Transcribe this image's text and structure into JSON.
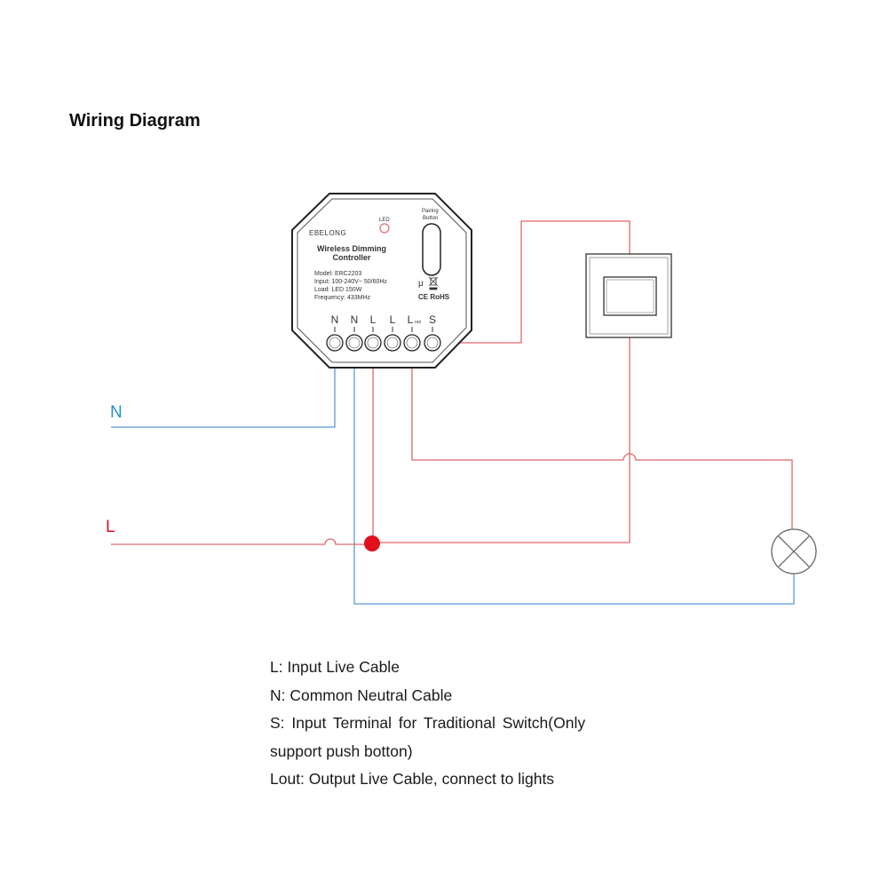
{
  "title": "Wiring Diagram",
  "device": {
    "brand": "EBELONG",
    "led_label": "LED",
    "pairing_label_1": "Pairing",
    "pairing_label_2": "Button",
    "name_line1": "Wireless Dimming",
    "name_line2": "Controller",
    "model": "Model: ERC2203",
    "input": "Input: 100-240V~ 50/60Hz",
    "load": "Load: LED 150W",
    "frequency": "Frequency: 433MHz",
    "cert_mu": "μ",
    "cert_ce_rohs": "CE RoHS",
    "terminals": [
      "N",
      "N",
      "L",
      "L",
      "L",
      "S"
    ],
    "terminal_lout_sub": "out"
  },
  "wire_labels": {
    "neutral": "N",
    "live": "L"
  },
  "colors": {
    "neutral_wire": "#5b9bd5",
    "live_wire": "#e0676b",
    "junction_dot": "#e0101d",
    "neutral_label": "#1e90d6",
    "live_label": "#e0101d"
  },
  "legend": [
    "L: Input Live Cable",
    "N: Common Neutral Cable",
    "S: Input Terminal for Traditional Switch(Only",
    "support push botton)",
    "Lout: Output Live Cable, connect to lights"
  ]
}
